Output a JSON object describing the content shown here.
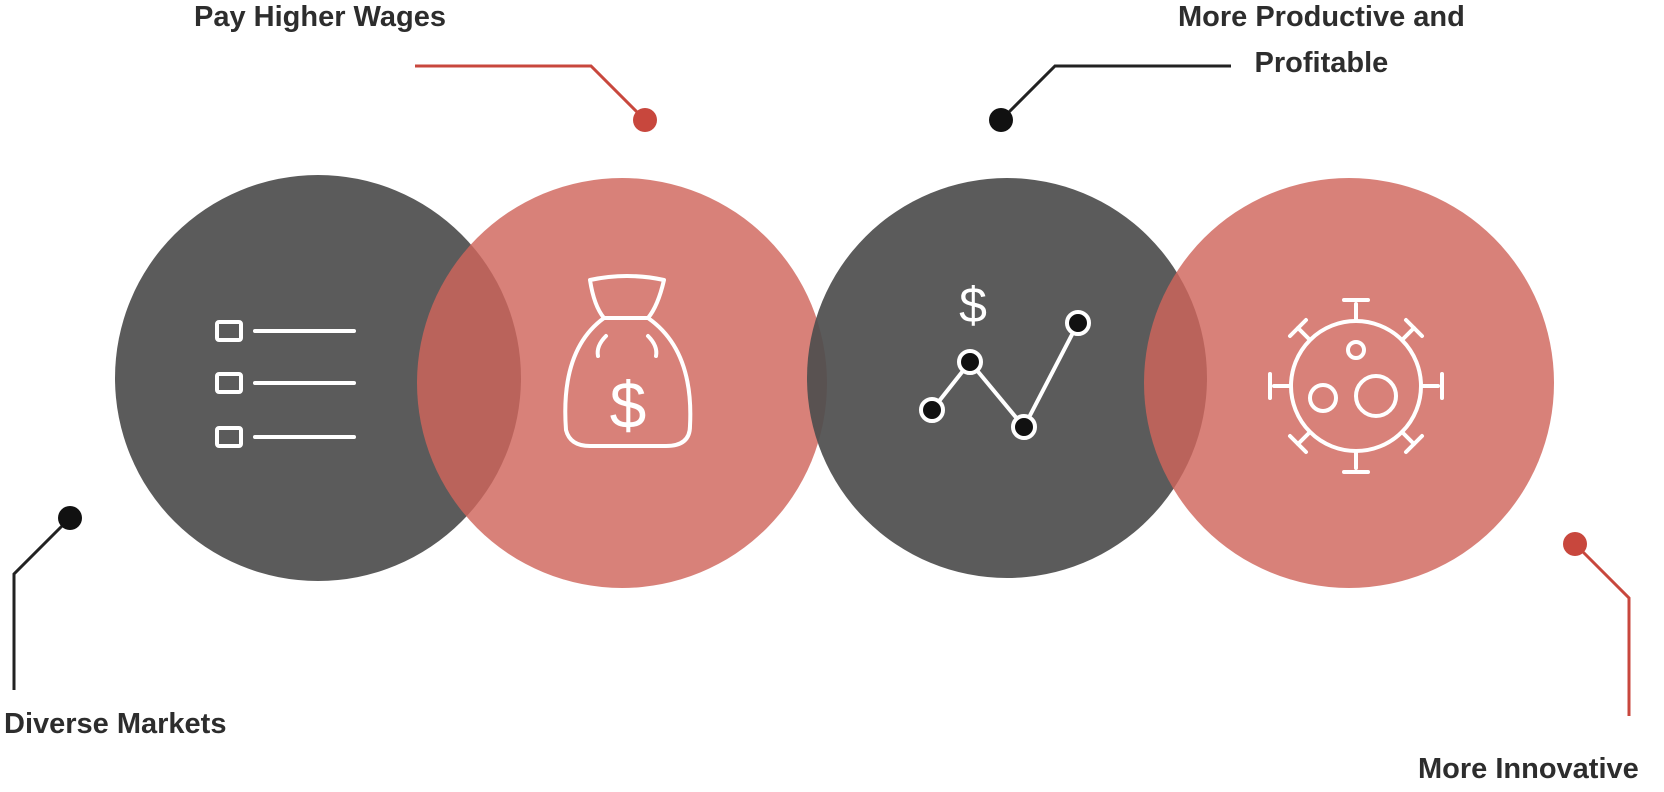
{
  "colors": {
    "dark": "#4f4f4f",
    "red": "#d0655c",
    "accent_red": "#c8473d",
    "line_dark": "#222222",
    "icon_stroke": "#ffffff"
  },
  "circles": [
    {
      "name": "markets-circle",
      "tone": "dark",
      "icon": "list-icon"
    },
    {
      "name": "wages-circle",
      "tone": "red",
      "icon": "money-bag-icon"
    },
    {
      "name": "productive-circle",
      "tone": "dark",
      "icon": "growth-chart-icon"
    },
    {
      "name": "innovative-circle",
      "tone": "red",
      "icon": "virus-icon"
    }
  ],
  "labels": {
    "wages": "Pay Higher Wages",
    "productive_line1": "More Productive and",
    "productive_line2": "Profitable",
    "markets": "Diverse Markets",
    "innovative": "More Innovative"
  },
  "icons": {
    "dollar_sign": "$"
  }
}
